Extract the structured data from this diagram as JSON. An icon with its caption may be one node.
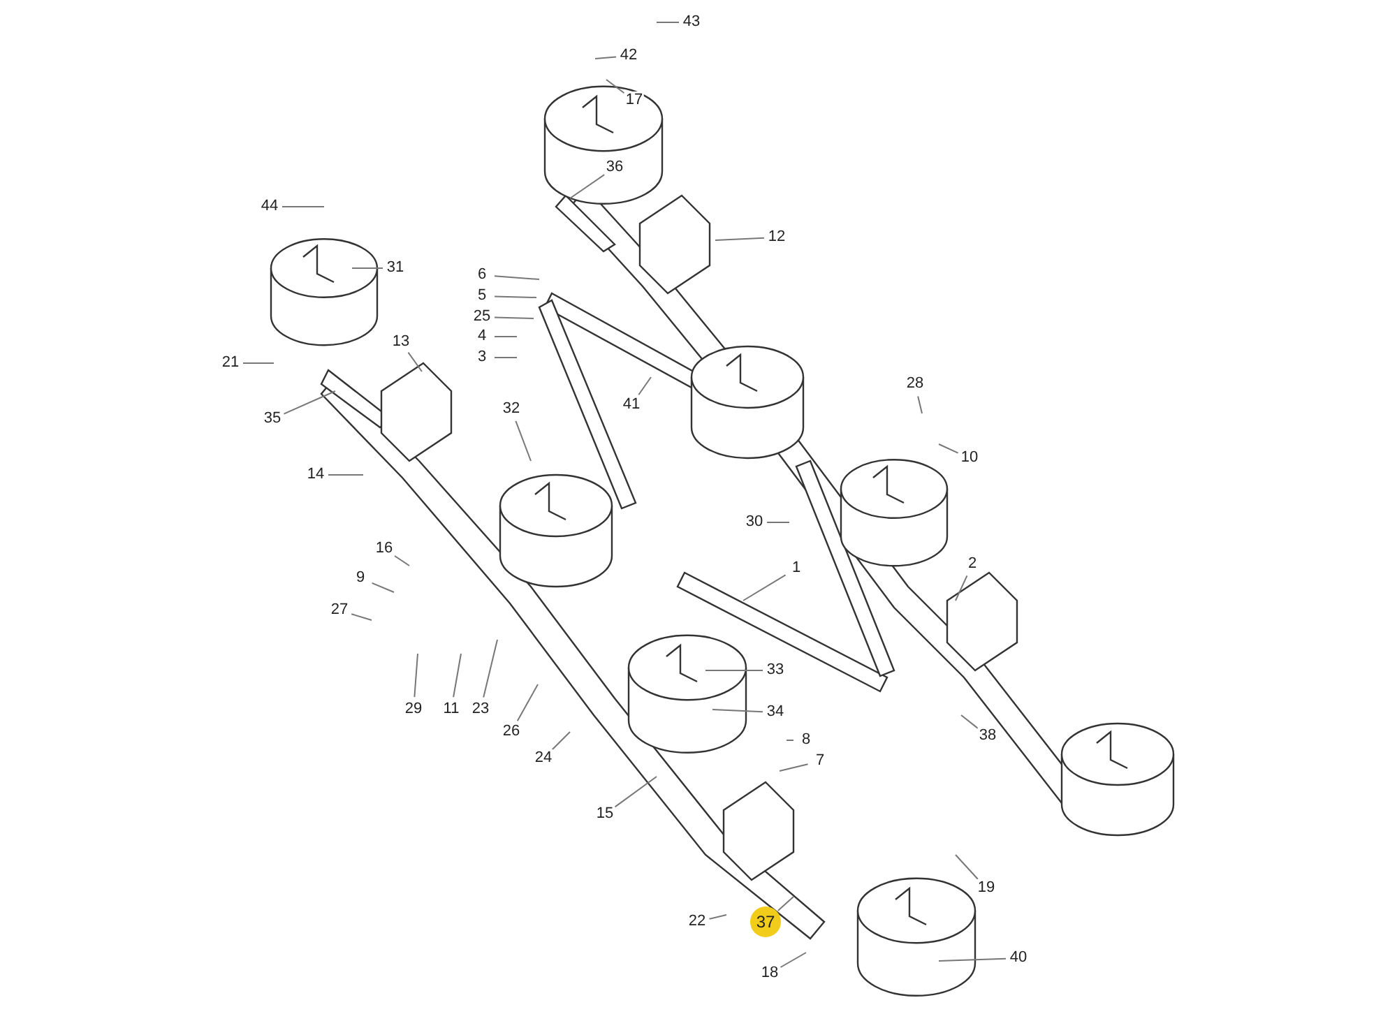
{
  "diagram": {
    "nodes": [
      {
        "text": [
          "43"
        ]
      },
      {
        "text": [
          "42"
        ]
      },
      {
        "text": [
          "17"
        ]
      },
      {
        "text": [
          "36"
        ]
      },
      {
        "text": [
          "12"
        ]
      },
      {
        "text": [
          "44"
        ]
      },
      {
        "text": [
          "31"
        ]
      },
      {
        "text": [
          "6"
        ]
      },
      {
        "text": [
          "5"
        ]
      },
      {
        "text": [
          "25"
        ]
      },
      {
        "text": [
          "4"
        ]
      },
      {
        "text": [
          "3"
        ]
      },
      {
        "text": [
          "13"
        ]
      },
      {
        "text": [
          "21"
        ]
      },
      {
        "text": [
          "41"
        ]
      },
      {
        "text": [
          "28"
        ]
      },
      {
        "text": [
          "35"
        ]
      },
      {
        "text": [
          "32"
        ]
      },
      {
        "text": [
          "10"
        ]
      },
      {
        "text": [
          "14"
        ]
      },
      {
        "text": [
          "30"
        ]
      },
      {
        "text": [
          "16"
        ]
      },
      {
        "text": [
          "1"
        ]
      },
      {
        "text": [
          "2"
        ]
      },
      {
        "text": [
          "9"
        ]
      },
      {
        "text": [
          "27"
        ]
      },
      {
        "text": [
          "33"
        ]
      },
      {
        "text": [
          "34"
        ]
      },
      {
        "text": [
          "29"
        ]
      },
      {
        "text": [
          "11"
        ]
      },
      {
        "text": [
          "23"
        ]
      },
      {
        "text": [
          "26"
        ]
      },
      {
        "text": [
          "38"
        ]
      },
      {
        "text": [
          "8"
        ]
      },
      {
        "text": [
          "7"
        ]
      },
      {
        "text": [
          "24"
        ]
      },
      {
        "text": [
          "15"
        ]
      },
      {
        "text": [
          "19"
        ]
      },
      {
        "text": [
          "22"
        ]
      },
      {
        "text": [
          "37"
        ]
      },
      {
        "text": [
          "40"
        ]
      },
      {
        "text": [
          "18"
        ]
      }
    ],
    "edges": [
      {
        "from": 0,
        "to": null,
        "arrow": "none"
      },
      {
        "from": 1,
        "to": null,
        "arrow": "none"
      },
      {
        "from": 2,
        "to": null,
        "arrow": "none"
      },
      {
        "from": 3,
        "to": null,
        "arrow": "none"
      },
      {
        "from": 4,
        "to": null,
        "arrow": "none"
      },
      {
        "from": 5,
        "to": null,
        "arrow": "none"
      },
      {
        "from": 6,
        "to": null,
        "arrow": "none"
      },
      {
        "from": 7,
        "to": null,
        "arrow": "none"
      },
      {
        "from": 8,
        "to": null,
        "arrow": "none"
      },
      {
        "from": 9,
        "to": null,
        "arrow": "none"
      },
      {
        "from": 10,
        "to": null,
        "arrow": "none"
      },
      {
        "from": 11,
        "to": null,
        "arrow": "none"
      },
      {
        "from": 12,
        "to": null,
        "arrow": "none"
      },
      {
        "from": 13,
        "to": null,
        "arrow": "none"
      },
      {
        "from": 14,
        "to": null,
        "arrow": "none"
      },
      {
        "from": 15,
        "to": null,
        "arrow": "none"
      },
      {
        "from": 16,
        "to": null,
        "arrow": "none"
      },
      {
        "from": 17,
        "to": null,
        "arrow": "none"
      },
      {
        "from": 18,
        "to": null,
        "arrow": "none"
      },
      {
        "from": 19,
        "to": null,
        "arrow": "none"
      },
      {
        "from": 20,
        "to": null,
        "arrow": "none"
      },
      {
        "from": 21,
        "to": null,
        "arrow": "none"
      },
      {
        "from": 22,
        "to": null,
        "arrow": "none"
      },
      {
        "from": 23,
        "to": null,
        "arrow": "none"
      },
      {
        "from": 24,
        "to": null,
        "arrow": "none"
      },
      {
        "from": 25,
        "to": null,
        "arrow": "none"
      },
      {
        "from": 26,
        "to": null,
        "arrow": "none"
      },
      {
        "from": 27,
        "to": null,
        "arrow": "none"
      },
      {
        "from": 28,
        "to": null,
        "arrow": "none"
      },
      {
        "from": 29,
        "to": null,
        "arrow": "none"
      },
      {
        "from": 30,
        "to": null,
        "arrow": "none"
      },
      {
        "from": 31,
        "to": null,
        "arrow": "none"
      },
      {
        "from": 32,
        "to": null,
        "arrow": "none"
      },
      {
        "from": 33,
        "to": null,
        "arrow": "none"
      },
      {
        "from": 34,
        "to": null,
        "arrow": "none"
      },
      {
        "from": 35,
        "to": null,
        "arrow": "none"
      },
      {
        "from": 36,
        "to": null,
        "arrow": "none"
      },
      {
        "from": 37,
        "to": null,
        "arrow": "none"
      },
      {
        "from": 38,
        "to": null,
        "arrow": "none"
      },
      {
        "from": 39,
        "to": null,
        "arrow": "none"
      },
      {
        "from": 40,
        "to": null,
        "arrow": "none"
      },
      {
        "from": 41,
        "to": null,
        "arrow": "none"
      }
    ]
  }
}
